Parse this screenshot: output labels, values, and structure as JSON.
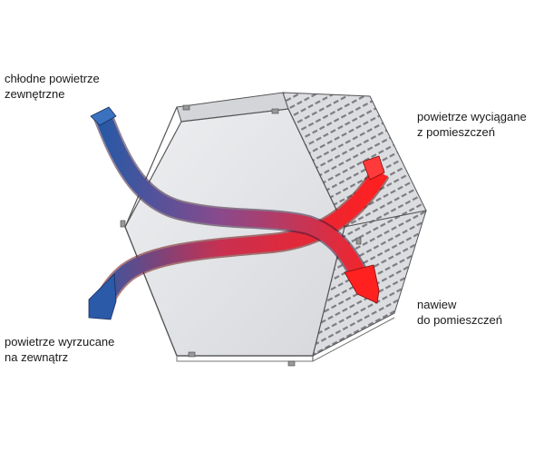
{
  "labels": {
    "cold_outdoor_air": [
      "chłodne powietrze",
      "zewnętrzne"
    ],
    "extract_air": [
      "powietrze wyciągane",
      "z pomieszczeń"
    ],
    "supply_air": [
      "nawiew",
      "do pomieszczeń"
    ],
    "exhaust_air": [
      "powietrze wyrzucane",
      "na zewnątrz"
    ]
  },
  "colors": {
    "cold": "#1f5aa8",
    "warm": "#ff2020",
    "mixed": "#8a4a8c",
    "exchanger_face": "#e4e5e8",
    "exchanger_edge": "#555555"
  }
}
